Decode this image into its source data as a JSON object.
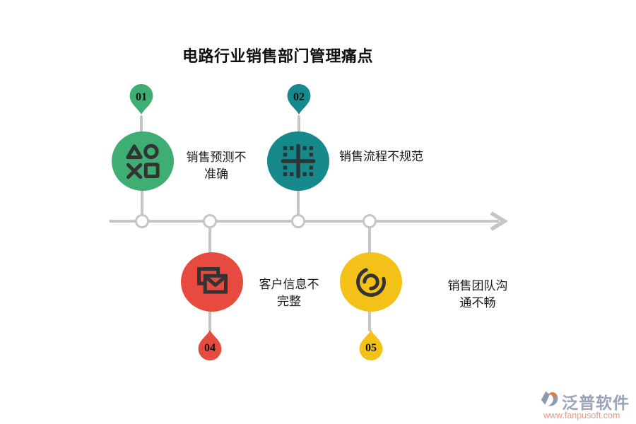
{
  "title": "电路行业销售部门管理痛点",
  "colors": {
    "green": "#3fae73",
    "teal": "#16898c",
    "red": "#e74b3f",
    "yellow": "#f3c117",
    "timeline_gray": "#c6c6c6",
    "icon_stroke": "#333333",
    "text": "#1b1b1b",
    "watermark_brand": "#99a2b6",
    "watermark_url": "#e89a84"
  },
  "timeline": {
    "direction": "left-to-right-arrow",
    "node_count": 4
  },
  "items": [
    {
      "number": "01",
      "label": "销售预测不准确",
      "icon": "shapes-icon",
      "color": "#3fae73",
      "position": "top"
    },
    {
      "number": "02",
      "label": "销售流程不规范",
      "icon": "grid-cross-icon",
      "color": "#16898c",
      "position": "top"
    },
    {
      "number": "04",
      "label": "客户信息不完整",
      "icon": "mail-icon",
      "color": "#e74b3f",
      "position": "bottom"
    },
    {
      "number": "05",
      "label": "销售团队沟通不畅",
      "icon": "spiral-icon",
      "color": "#f3c117",
      "position": "bottom"
    }
  ],
  "watermark": {
    "brand": "泛普软件",
    "url": "www.fanpusoft.com"
  }
}
